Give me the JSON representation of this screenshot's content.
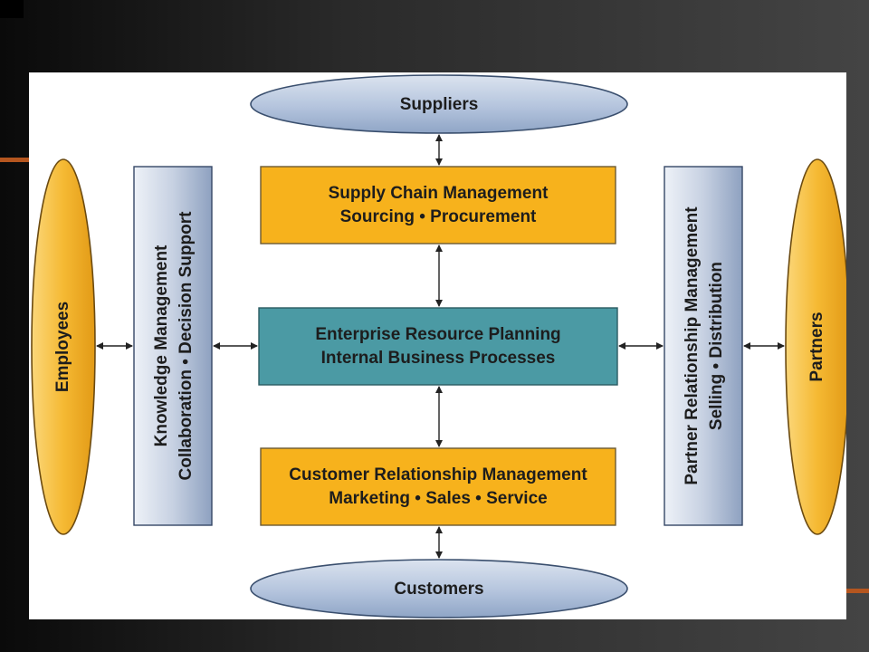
{
  "diagram": {
    "suppliers": "Suppliers",
    "customers": "Customers",
    "employees": "Employees",
    "partners": "Partners",
    "scm": {
      "line1": "Supply Chain Management",
      "line2": "Sourcing • Procurement"
    },
    "erp": {
      "line1": "Enterprise Resource Planning",
      "line2": "Internal Business Processes"
    },
    "crm": {
      "line1": "Customer Relationship Management",
      "line2": "Marketing • Sales • Service"
    },
    "km": {
      "line1": "Knowledge Management",
      "line2": "Collaboration • Decision Support"
    },
    "prm": {
      "line1": "Partner Relationship Management",
      "line2": "Selling • Distribution"
    }
  },
  "colors": {
    "orange_box": "#f7b21c",
    "teal_box": "#4b9aa4",
    "side_box": "#c7d1e2",
    "ellipse_blue": "#b4c4dd",
    "ellipse_orange": "#f5b933"
  }
}
